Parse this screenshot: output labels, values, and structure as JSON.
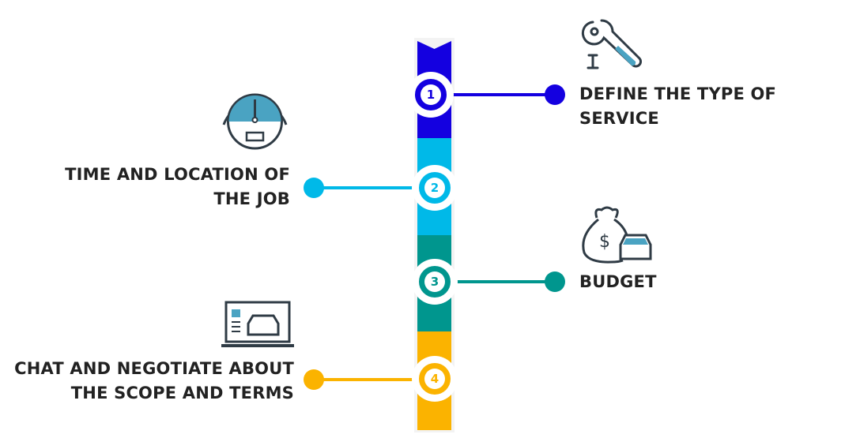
{
  "colors": {
    "step1": "#1400e0",
    "step2": "#00b9e8",
    "step3": "#00968e",
    "step4": "#fbb300",
    "text": "#222222",
    "icon_accent": "#4aa3c2",
    "icon_dark": "#2f3b45"
  },
  "steps": [
    {
      "number": "1",
      "label": "DEFINE THE TYPE OF SERVICE",
      "icon": "wrench-icon"
    },
    {
      "number": "2",
      "label_line1": "TIME AND LOCATION OF",
      "label_line2": "THE JOB",
      "icon": "speedometer-icon"
    },
    {
      "number": "3",
      "label": "BUDGET",
      "icon": "money-bag-car-icon"
    },
    {
      "number": "4",
      "label_line1": "CHAT AND NEGOTIATE ABOUT",
      "label_line2": "THE SCOPE AND TERMS",
      "icon": "laptop-car-icon"
    }
  ]
}
